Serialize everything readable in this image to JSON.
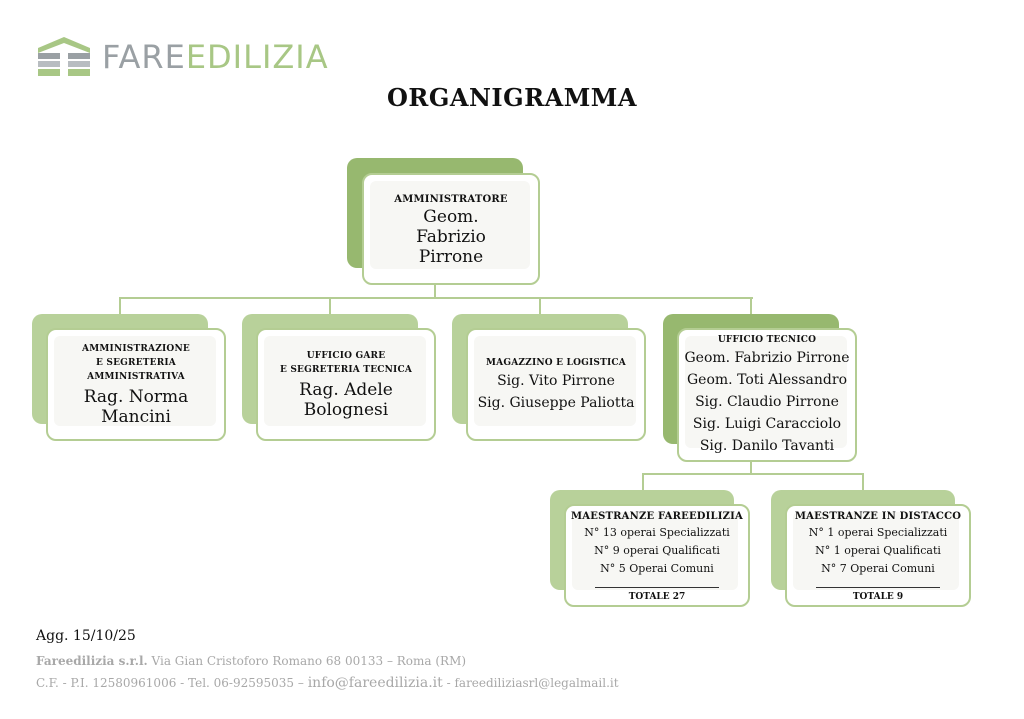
{
  "brand": {
    "part1": "FARE",
    "part2": "EDILIZIA"
  },
  "title": "ORGANIGRAMMA",
  "admin": {
    "role": "AMMINISTRATORE",
    "name": "Geom. Fabrizio Pirrone"
  },
  "departments": [
    {
      "role_line1": "AMMINISTRAZIONE",
      "role_line2": "E SEGRETERIA AMMINISTRATIVA",
      "members": [
        "Rag. Norma Mancini"
      ]
    },
    {
      "role_line1": "UFFICIO GARE",
      "role_line2": "E SEGRETERIA TECNICA",
      "members": [
        "Rag. Adele Bolognesi"
      ]
    },
    {
      "role_line1": "MAGAZZINO E LOGISTICA",
      "members": [
        "Sig. Vito Pirrone",
        "Sig. Giuseppe Paliotta"
      ]
    },
    {
      "role_line1": "UFFICIO TECNICO",
      "members": [
        "Geom. Fabrizio Pirrone",
        "Geom. Toti Alessandro",
        "Sig. Claudio Pirrone",
        "Sig. Luigi Caracciolo",
        "Sig. Danilo Tavanti"
      ]
    }
  ],
  "workforce": [
    {
      "title": "MAESTRANZE FAREEDILIZIA",
      "lines": [
        "N° 13 operai Specializzati",
        "N° 9 operai Qualificati",
        "N° 5 Operai Comuni"
      ],
      "total": "TOTALE 27"
    },
    {
      "title": "MAESTRANZE IN DISTACCO",
      "lines": [
        "N° 1 operai Specializzati",
        "N° 1 operai Qualificati",
        "N° 7 Operai Comuni"
      ],
      "total": "TOTALE 9"
    }
  ],
  "footer": {
    "updated": "Agg. 15/10/25",
    "company": "Fareedilizia s.r.l.",
    "address": "Via Gian Cristoforo Romano 68 00133 – Roma (RM)",
    "ids": "C.F. - P.I. 12580961006 - Tel. 06-92595035 –",
    "email_main": "info@fareedilizia.it",
    "email_sep": "-",
    "email_pec": "fareediliziasrl@legalmail.it"
  },
  "colors": {
    "accent_light": "#b8d19a",
    "accent_dark": "#97b86f",
    "border": "#b4cd93",
    "logo_gray": "#9aa0a4",
    "logo_green": "#a8c785"
  }
}
